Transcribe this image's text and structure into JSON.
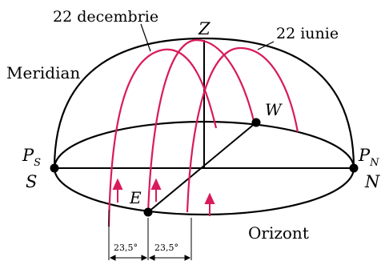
{
  "labels": {
    "dec22": "22 decembrie",
    "jun22": "22 iunie",
    "zenith": "Z",
    "meridian": "Meridian",
    "west": "W",
    "ps_main": "P",
    "ps_sub": "S",
    "south": "S",
    "pn_main": "P",
    "pn_sub": "N",
    "north": "N",
    "east": "E",
    "horizon": "Orizont",
    "angle_left": "23,5°",
    "angle_right": "23,5°"
  },
  "colors": {
    "outline": "#000000",
    "sun_path": "#d81b5c"
  }
}
